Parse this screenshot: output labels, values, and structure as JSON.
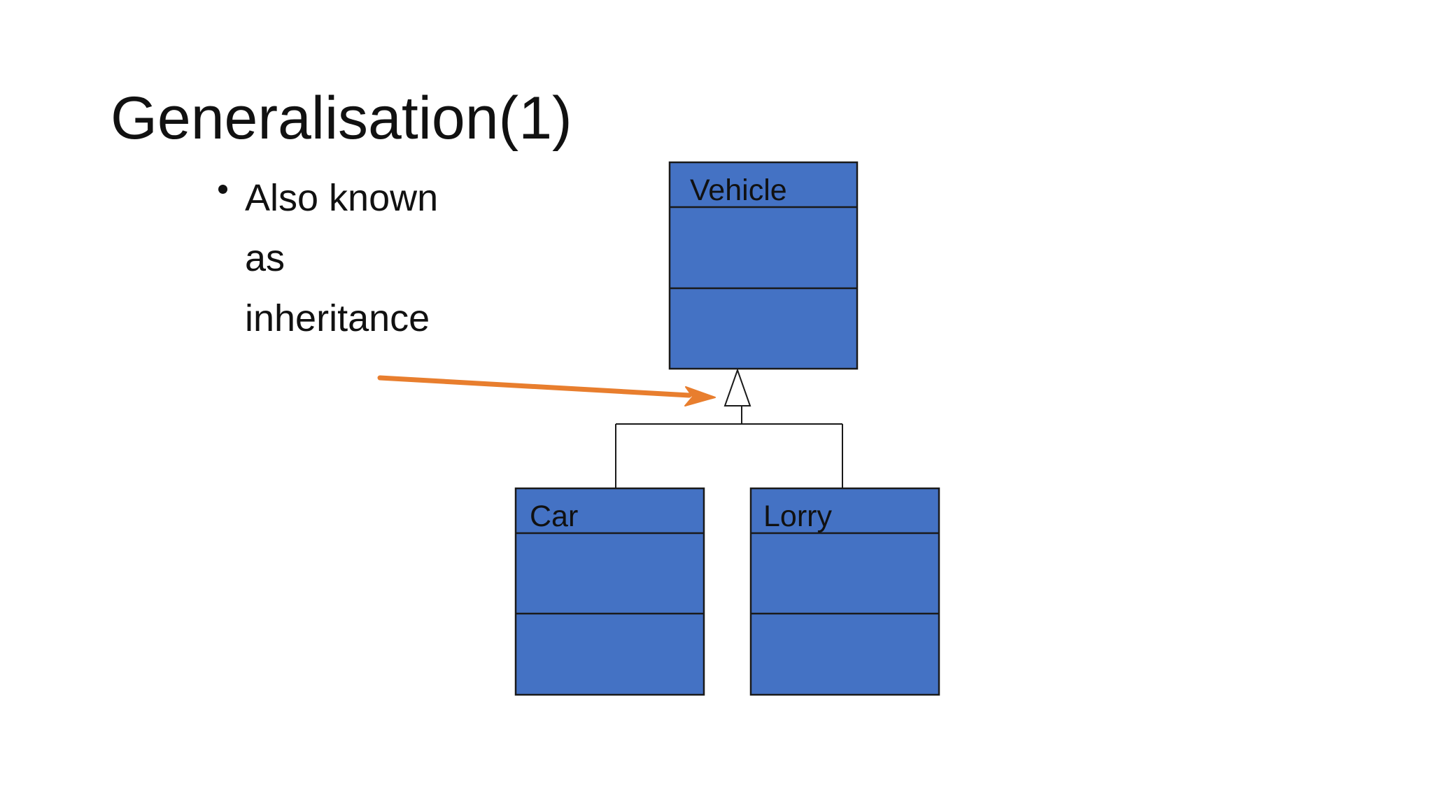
{
  "slide": {
    "title": "Generalisation(1)",
    "bullet": {
      "lines": [
        "Also known",
        "as",
        "inheritance"
      ]
    }
  },
  "diagram": {
    "classes": [
      {
        "id": "vehicle",
        "name": "Vehicle"
      },
      {
        "id": "car",
        "name": "Car"
      },
      {
        "id": "lorry",
        "name": "Lorry"
      }
    ],
    "relationship": "generalisation",
    "colors": {
      "class_fill": "#4472C4",
      "class_stroke": "#1a1a1a",
      "line": "#1a1a1a",
      "pointer_arrow": "#E87E2E"
    }
  }
}
